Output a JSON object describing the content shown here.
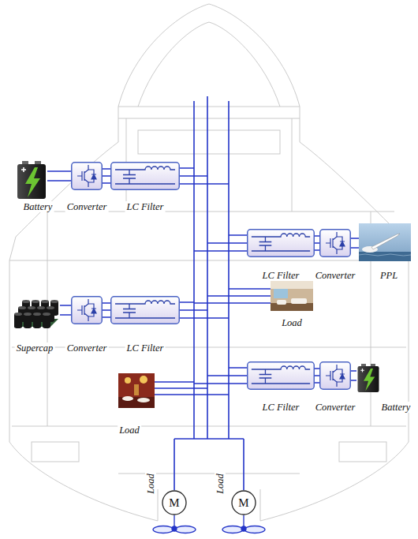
{
  "diagram": {
    "nodes": [
      {
        "text": [
          "Battery"
        ]
      },
      {
        "text": [
          "Converter"
        ]
      },
      {
        "text": [
          "LC Filter"
        ]
      },
      {
        "text": [
          "LC Filter"
        ]
      },
      {
        "text": [
          "Converter"
        ]
      },
      {
        "text": [
          "PPL"
        ]
      },
      {
        "text": [
          "Supercap"
        ]
      },
      {
        "text": [
          "Converter"
        ]
      },
      {
        "text": [
          "LC Filter"
        ]
      },
      {
        "text": [
          "Load"
        ]
      },
      {
        "text": [
          "LC Filter"
        ]
      },
      {
        "text": [
          "Converter"
        ]
      },
      {
        "text": [
          "Battery"
        ]
      },
      {
        "text": [
          "Load"
        ]
      },
      {
        "text": [
          "M",
          "Load"
        ]
      },
      {
        "text": [
          "M",
          "Load"
        ]
      }
    ],
    "edges": [
      {
        "from": 0,
        "to": 1,
        "arrow": "none"
      },
      {
        "from": 1,
        "to": 2,
        "arrow": "none"
      },
      {
        "from": 3,
        "to": 4,
        "arrow": "none"
      },
      {
        "from": 4,
        "to": 5,
        "arrow": "none"
      },
      {
        "from": 6,
        "to": 7,
        "arrow": "none"
      },
      {
        "from": 7,
        "to": 8,
        "arrow": "none"
      },
      {
        "from": 10,
        "to": 11,
        "arrow": "none"
      },
      {
        "from": 11,
        "to": 12,
        "arrow": "none"
      }
    ]
  }
}
